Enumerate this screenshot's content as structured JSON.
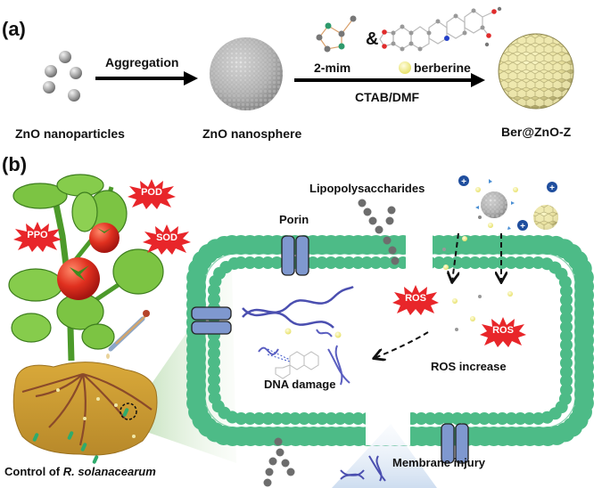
{
  "panel_a": {
    "label": "(a)",
    "steps": [
      {
        "name": "ZnO nanoparticles"
      },
      {
        "name": "ZnO nanosphere"
      },
      {
        "name": "Ber@ZnO-Z"
      }
    ],
    "arrow1_label": "Aggregation",
    "reagent1": "2-mim",
    "ampersand": "&",
    "reagent2": "berberine",
    "arrow2_condition": "CTAB/DMF"
  },
  "panel_b": {
    "label": "(b)",
    "enzymes": [
      "POD",
      "PPO",
      "SOD"
    ],
    "plant_caption_prefix": "Control of ",
    "plant_caption_species": "R. solanacearum",
    "labels": {
      "lipopolysaccharides": "Lipopolysaccharides",
      "porin": "Porin",
      "ros": "ROS",
      "ros_increase": "ROS increase",
      "dna_damage": "DNA damage",
      "membrane_injury": "Membrane injury"
    }
  },
  "colors": {
    "membrane": "#4dbb87",
    "porin": "#7f98cf",
    "ros_star": "#e8262a",
    "berberine": "#f3f08e",
    "dna": "#4b4fb0",
    "soil": "#c99a2e",
    "leaf": "#7cc443",
    "tomato": "#d8261b"
  }
}
